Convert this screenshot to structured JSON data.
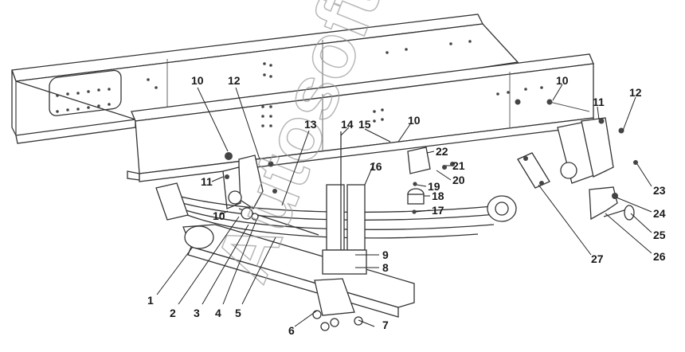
{
  "watermark": "Autosoft",
  "callouts": [
    {
      "id": "c1",
      "text": "1"
    },
    {
      "id": "c2",
      "text": "2"
    },
    {
      "id": "c3",
      "text": "3"
    },
    {
      "id": "c4",
      "text": "4"
    },
    {
      "id": "c5",
      "text": "5"
    },
    {
      "id": "c6",
      "text": "6"
    },
    {
      "id": "c7",
      "text": "7"
    },
    {
      "id": "c8",
      "text": "8"
    },
    {
      "id": "c9",
      "text": "9"
    },
    {
      "id": "c10a",
      "text": "10"
    },
    {
      "id": "c10b",
      "text": "10"
    },
    {
      "id": "c10c",
      "text": "10"
    },
    {
      "id": "c10d",
      "text": "10"
    },
    {
      "id": "c11a",
      "text": "11"
    },
    {
      "id": "c11b",
      "text": "11"
    },
    {
      "id": "c12a",
      "text": "12"
    },
    {
      "id": "c12b",
      "text": "12"
    },
    {
      "id": "c13",
      "text": "13"
    },
    {
      "id": "c14",
      "text": "14"
    },
    {
      "id": "c15",
      "text": "15"
    },
    {
      "id": "c16",
      "text": "16"
    },
    {
      "id": "c17",
      "text": "17"
    },
    {
      "id": "c18",
      "text": "18"
    },
    {
      "id": "c19",
      "text": "19"
    },
    {
      "id": "c20",
      "text": "20"
    },
    {
      "id": "c21",
      "text": "21"
    },
    {
      "id": "c22",
      "text": "22"
    },
    {
      "id": "c23",
      "text": "23"
    },
    {
      "id": "c24",
      "text": "24"
    },
    {
      "id": "c25",
      "text": "25"
    },
    {
      "id": "c26",
      "text": "26"
    },
    {
      "id": "c27",
      "text": "27"
    }
  ]
}
